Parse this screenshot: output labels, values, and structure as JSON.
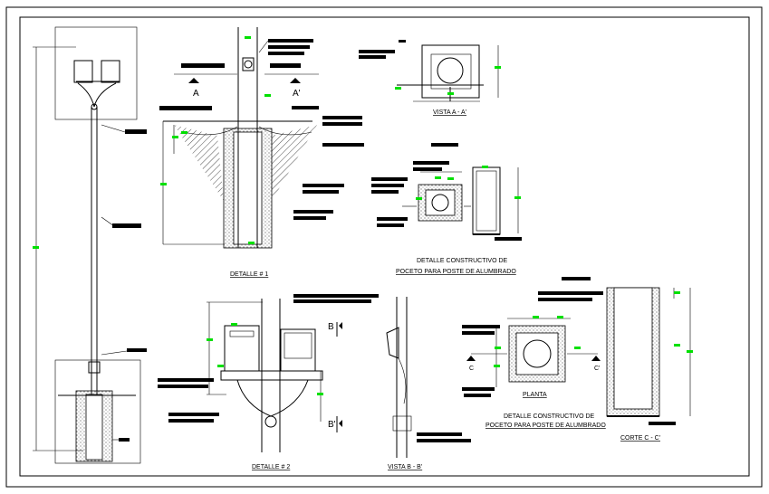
{
  "drawing": {
    "labels": {
      "detalle1": "DETALLE # 1",
      "detalle2": "DETALLE # 2",
      "vista_aa": "VISTA A - A'",
      "vista_bb": "VISTA B - B'",
      "planta": "PLANTA",
      "corte_cc": "CORTE C - C'",
      "detalle_poceto_1_line1": "DETALLE CONSTRUCTIVO DE",
      "detalle_poceto_1_line2": "POCETO PARA POSTE DE ALUMBRADO",
      "detalle_poceto_2_line1": "DETALLE CONSTRUCTIVO DE",
      "detalle_poceto_2_line2": "POCETO PARA POSTE DE ALUMBRADO",
      "mark_a": "A",
      "mark_a_prime": "A'",
      "mark_b": "B",
      "mark_b_prime": "B'",
      "mark_c": "C",
      "mark_c_prime": "C'"
    },
    "colors": {
      "line": "#000000",
      "dimension_tag": "#00e000",
      "frame": "#000000"
    }
  }
}
